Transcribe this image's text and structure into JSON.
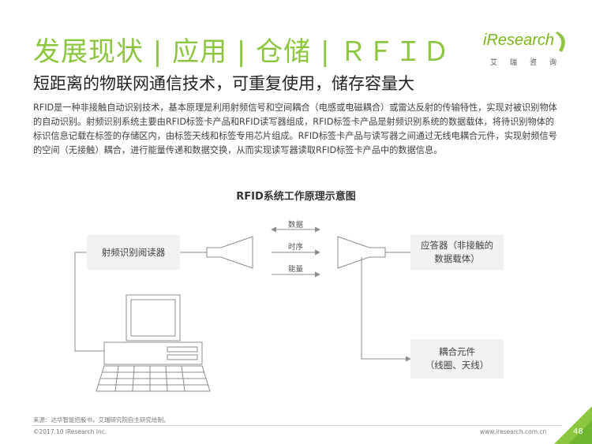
{
  "header": {
    "title": "发展现状 | 应用 | 仓储 | ＲＦＩＤ",
    "subtitle": "短距离的物联网通信技术，可重复使用，储存容量大"
  },
  "logo": {
    "word": "iResearch",
    "sub": "艾瑞咨询",
    "color": "#8cc63f"
  },
  "description": "RFID是一种非接触自动识别技术，基本原理是利用射频信号和空间耦合（电感或电磁耦合）或雷达反射的传输特性，实现对被识别物体的自动识别。射频识别系统主要由RFID标签卡产品和RFID读写器组成，RFID标签卡产品是射频识别系统的数据载体，将待识别物体的标识信息记载在标签的存储区内，由标签天线和标签专用芯片组成。RFID标签卡产品与读写器之间通过无线电耦合元件，实现射频信号的空间（无接触）耦合，进行能量传递和数据交换，从而实现读写器读取RFID标签卡产品中的数据信息。",
  "diagram": {
    "title": "RFID系统工作原理示意图",
    "reader_label": "射频识别阅读器",
    "transponder_label": "应答器（非接触的\n数据载体）",
    "coupling_label": "耦合元件\n（线圈、天线）",
    "arrow_labels": [
      "数据",
      "时序",
      "能量"
    ]
  },
  "footer": {
    "source": "来源：达华智能招股书，艾瑞研究院自主研究绘制。",
    "copyright": "©2017.10 iResearch Inc.",
    "website": "www.iresearch.com.cn",
    "page_number": "48"
  },
  "colors": {
    "accent": "#8cc63f",
    "box_fill": "#f2f2f2",
    "line": "#8c8c8c"
  }
}
